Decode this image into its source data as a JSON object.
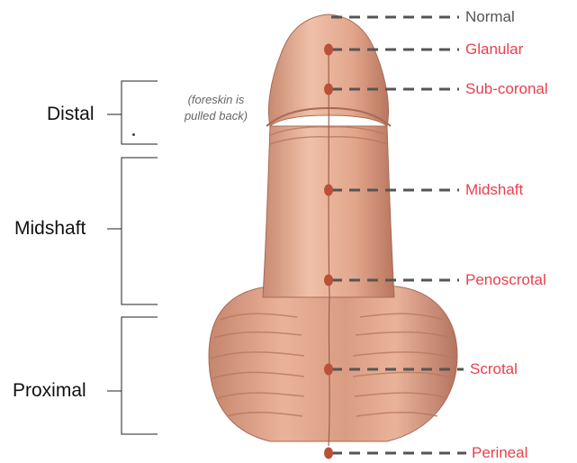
{
  "regions": [
    {
      "label": "Distal"
    },
    {
      "label": "Midshaft"
    },
    {
      "label": "Proximal"
    }
  ],
  "note": {
    "line1": "(foreskin is",
    "line2": "pulled back)"
  },
  "sites": [
    {
      "label": "Normal",
      "color": "#555555"
    },
    {
      "label": "Glanular",
      "color": "#e8404e"
    },
    {
      "label": "Sub-coronal",
      "color": "#e8404e"
    },
    {
      "label": "Midshaft",
      "color": "#e8404e"
    },
    {
      "label": "Penoscrotal",
      "color": "#e8404e"
    },
    {
      "label": "Scrotal",
      "color": "#e8404e"
    },
    {
      "label": "Perineal",
      "color": "#e8404e"
    }
  ],
  "colors": {
    "skin": "#e3a88e",
    "skin_shadow": "#b9765d",
    "skin_highlight": "#f1c6b0",
    "marker": "#b8503a",
    "leader": "#555555",
    "site_label": "#e8404e"
  }
}
